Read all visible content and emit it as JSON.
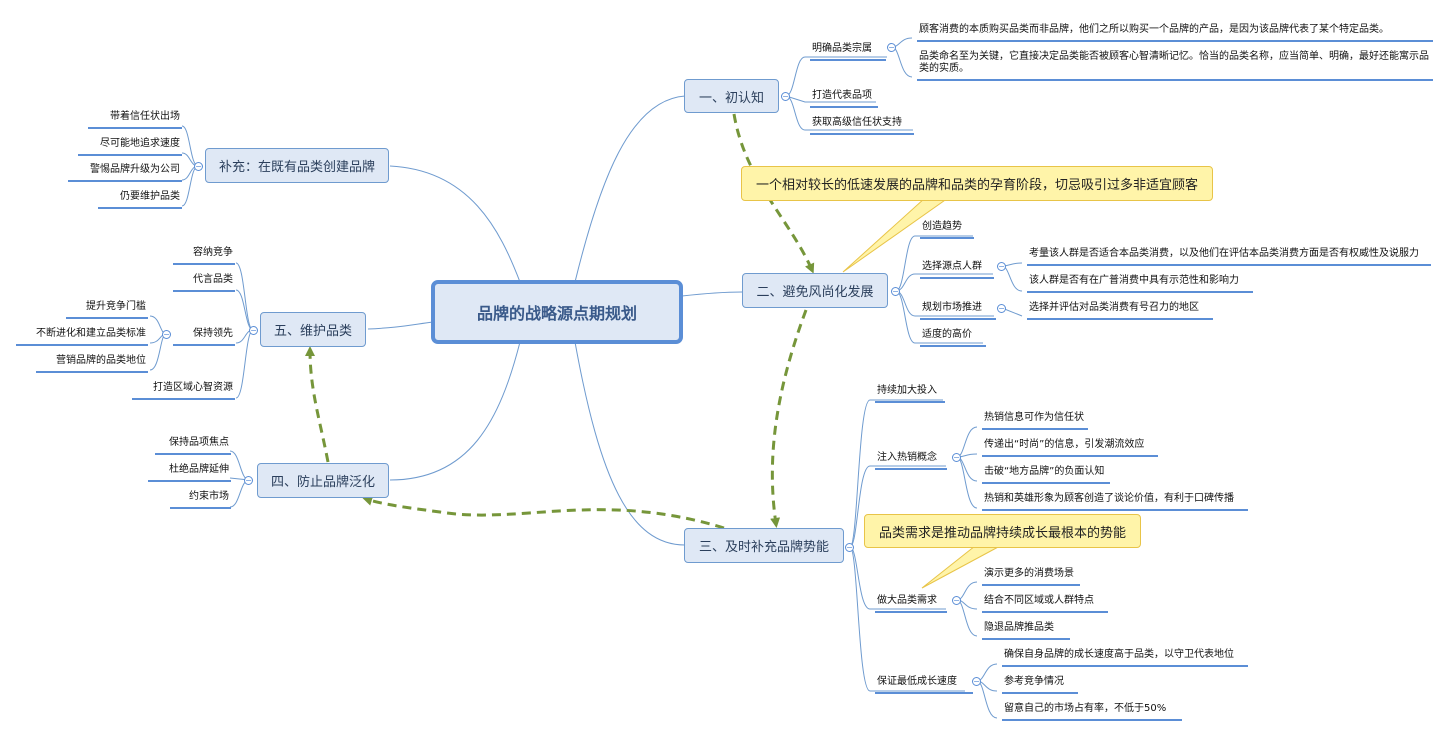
{
  "root": {
    "label": "品牌的战略源点期规划"
  },
  "branches": {
    "b1": {
      "label": "一、初认知",
      "c1": "明确品类宗属",
      "c1a": "顾客消费的本质购买品类而非品牌，他们之所以购买一个品牌的产品，是因为该品牌代表了某个特定品类。",
      "c1b": "品类命名至为关键，它直接决定品类能否被顾客心智清晰记忆。恰当的品类名称，应当简单、明确，最好还能寓示品类的实质。",
      "c2": "打造代表品项",
      "c3": "获取高级信任状支持"
    },
    "b2": {
      "label": "二、避免风尚化发展",
      "c1": "创造趋势",
      "c2": "选择源点人群",
      "c2a": "考量该人群是否适合本品类消费，以及他们在评估本品类消费方面是否有权威性及说服力",
      "c2b": "该人群是否有在广普消费中具有示范性和影响力",
      "c3": "规划市场推进",
      "c3a": "选择并评估对品类消费有号召力的地区",
      "c4": "适度的高价"
    },
    "b3": {
      "label": "三、及时补充品牌势能",
      "c1": "持续加大投入",
      "c2": "注入热销概念",
      "c2a": "热销信息可作为信任状",
      "c2b": "传递出“时尚”的信息，引发潮流效应",
      "c2c": "击破“地方品牌”的负面认知",
      "c2d": "热销和英雄形象为顾客创造了谈论价值，有利于口碑传播",
      "c3": "做大品类需求",
      "c3a": "演示更多的消费场景",
      "c3b": "结合不同区域或人群特点",
      "c3c": "隐退品牌推品类",
      "c4": "保证最低成长速度",
      "c4a": "确保自身品牌的成长速度高于品类，以守卫代表地位",
      "c4b": "参考竞争情况",
      "c4c": "留意自己的市场占有率，不低于50%"
    },
    "b4": {
      "label": "四、防止品牌泛化",
      "c1": "保持品项焦点",
      "c2": "杜绝品牌延伸",
      "c3": "约束市场"
    },
    "b5": {
      "label": "五、维护品类",
      "c1": "容纳竞争",
      "c2": "代言品类",
      "c3": "保持领先",
      "c3a": "提升竞争门槛",
      "c3b": "不断进化和建立品类标准",
      "c3c": "营销品牌的品类地位",
      "c4": "打造区域心智资源"
    },
    "b6": {
      "label": "补充：在既有品类创建品牌",
      "c1": "带着信任状出场",
      "c2": "尽可能地追求速度",
      "c3": "警惕品牌升级为公司",
      "c4": "仍要维护品类"
    }
  },
  "callouts": {
    "top": "一个相对较长的低速发展的品牌和品类的孕育阶段，切忌吸引过多非适宜顾客",
    "bottom": "品类需求是推动品牌持续成长最根本的势能"
  },
  "icons": {
    "collapse": "collapse-toggle-icon",
    "toggle_glyph": "−"
  },
  "colors": {
    "line": "#5b8ed6",
    "node_fill": "#dfe8f5",
    "arrow": "#76963a",
    "callout_fill": "#fff4a9"
  }
}
